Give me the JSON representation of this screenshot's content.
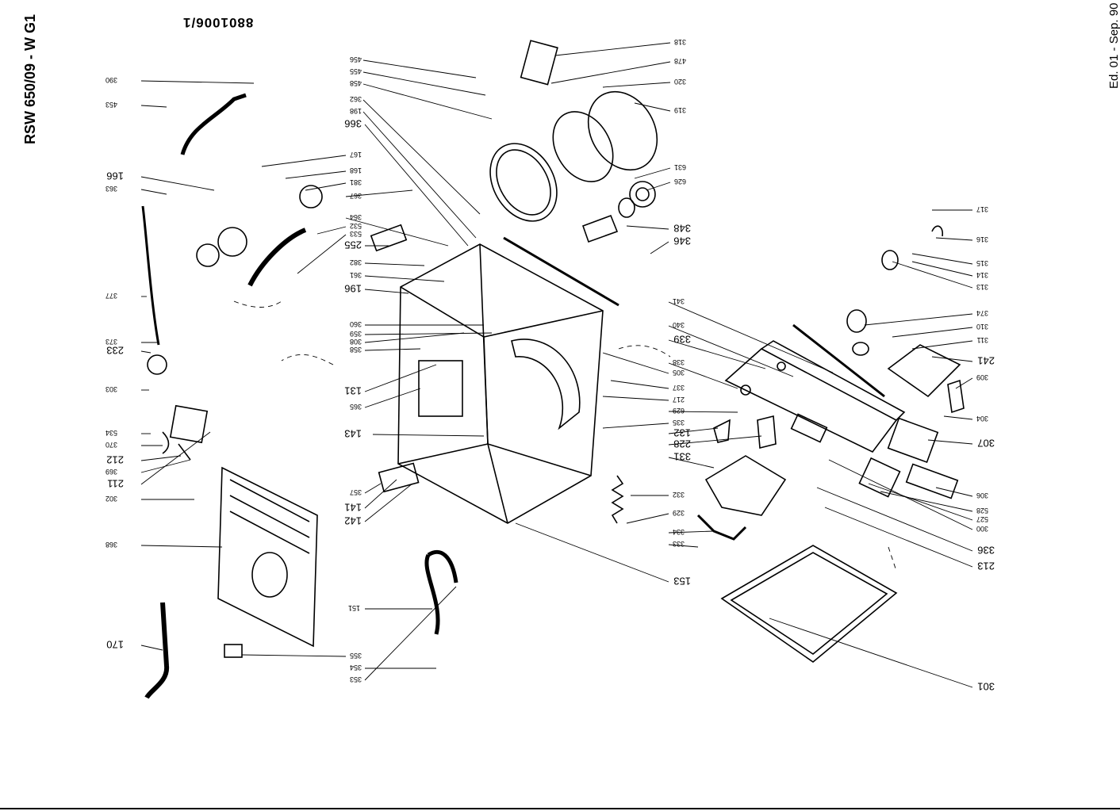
{
  "header": {
    "model": "RSW 650/09 - W G1",
    "edition": "Ed. 01 - Sep. 90",
    "drawing_number": "8801006/1"
  },
  "labels": [
    {
      "id": "456"
    },
    {
      "id": "455"
    },
    {
      "id": "458"
    },
    {
      "id": "362"
    },
    {
      "id": "198"
    },
    {
      "id": "366"
    },
    {
      "id": "318"
    },
    {
      "id": "478"
    },
    {
      "id": "320"
    },
    {
      "id": "319"
    },
    {
      "id": "631"
    },
    {
      "id": "626"
    },
    {
      "id": "348"
    },
    {
      "id": "346"
    },
    {
      "id": "390"
    },
    {
      "id": "453"
    },
    {
      "id": "167"
    },
    {
      "id": "168"
    },
    {
      "id": "381"
    },
    {
      "id": "367"
    },
    {
      "id": "166"
    },
    {
      "id": "363"
    },
    {
      "id": "364"
    },
    {
      "id": "532"
    },
    {
      "id": "533"
    },
    {
      "id": "255"
    },
    {
      "id": "382"
    },
    {
      "id": "361"
    },
    {
      "id": "196"
    },
    {
      "id": "377"
    },
    {
      "id": "373"
    },
    {
      "id": "233"
    },
    {
      "id": "360"
    },
    {
      "id": "359"
    },
    {
      "id": "308"
    },
    {
      "id": "358"
    },
    {
      "id": "131"
    },
    {
      "id": "365"
    },
    {
      "id": "303"
    },
    {
      "id": "143"
    },
    {
      "id": "534"
    },
    {
      "id": "370"
    },
    {
      "id": "212"
    },
    {
      "id": "369"
    },
    {
      "id": "211"
    },
    {
      "id": "302"
    },
    {
      "id": "357"
    },
    {
      "id": "141"
    },
    {
      "id": "142"
    },
    {
      "id": "368"
    },
    {
      "id": "151"
    },
    {
      "id": "170"
    },
    {
      "id": "355"
    },
    {
      "id": "354"
    },
    {
      "id": "353"
    },
    {
      "id": "317"
    },
    {
      "id": "316"
    },
    {
      "id": "315"
    },
    {
      "id": "314"
    },
    {
      "id": "313"
    },
    {
      "id": "374"
    },
    {
      "id": "310"
    },
    {
      "id": "311"
    },
    {
      "id": "341"
    },
    {
      "id": "340"
    },
    {
      "id": "339"
    },
    {
      "id": "241"
    },
    {
      "id": "309"
    },
    {
      "id": "304"
    },
    {
      "id": "305"
    },
    {
      "id": "338"
    },
    {
      "id": "337"
    },
    {
      "id": "217"
    },
    {
      "id": "629"
    },
    {
      "id": "335"
    },
    {
      "id": "132"
    },
    {
      "id": "228"
    },
    {
      "id": "331"
    },
    {
      "id": "307"
    },
    {
      "id": "306"
    },
    {
      "id": "528"
    },
    {
      "id": "527"
    },
    {
      "id": "300"
    },
    {
      "id": "336"
    },
    {
      "id": "213"
    },
    {
      "id": "332"
    },
    {
      "id": "329"
    },
    {
      "id": "334"
    },
    {
      "id": "333"
    },
    {
      "id": "153"
    },
    {
      "id": "301"
    }
  ]
}
